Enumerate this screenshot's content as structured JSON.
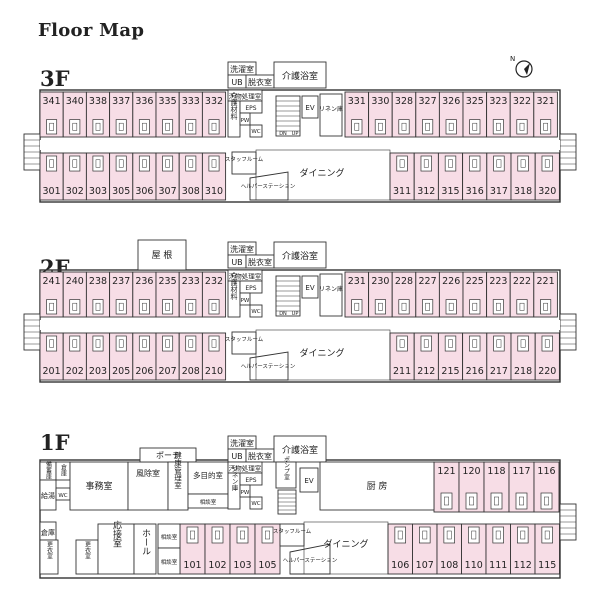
{
  "title": "Floor Map",
  "compass_letter": "N",
  "floors": [
    {
      "label": "3F",
      "top_rooms_left": [
        "341",
        "340",
        "338",
        "337",
        "336",
        "335",
        "333",
        "332"
      ],
      "top_rooms_right": [
        "331",
        "330",
        "328",
        "327",
        "326",
        "325",
        "323",
        "322",
        "321"
      ],
      "bottom_rooms_left": [
        "301",
        "302",
        "303",
        "305",
        "306",
        "307",
        "308",
        "310"
      ],
      "bottom_rooms_right": [
        "311",
        "312",
        "315",
        "316",
        "317",
        "318",
        "320"
      ],
      "labels": {
        "laundry": "洗濯室",
        "ub": "UB",
        "changing": "脱衣室",
        "care_bath": "介護浴室",
        "waste": "汚物処理室",
        "care_supplies": "介護材料",
        "eps": "EPS",
        "pw": "PW",
        "wc": "WC",
        "ev": "EV",
        "dn": "DN",
        "up": "UP",
        "linen": "リネン庫",
        "staff_room": "スタッフルーム",
        "helper_station": "ヘルパーステーション",
        "dining": "ダイニング"
      }
    },
    {
      "label": "2F",
      "roof": "屋 根",
      "top_rooms_left": [
        "241",
        "240",
        "238",
        "237",
        "236",
        "235",
        "233",
        "232"
      ],
      "top_rooms_right": [
        "231",
        "230",
        "228",
        "227",
        "226",
        "225",
        "223",
        "222",
        "221"
      ],
      "bottom_rooms_left": [
        "201",
        "202",
        "203",
        "205",
        "206",
        "207",
        "208",
        "210"
      ],
      "bottom_rooms_right": [
        "211",
        "212",
        "215",
        "216",
        "217",
        "218",
        "220"
      ],
      "labels": {
        "laundry": "洗濯室",
        "ub": "UB",
        "changing": "脱衣室",
        "care_bath": "介護浴室",
        "waste": "汚物処理室",
        "care_supplies": "介護材料",
        "eps": "EPS",
        "pw": "PW",
        "wc": "WC",
        "ev": "EV",
        "dn": "DN",
        "up": "UP",
        "linen": "リネン庫",
        "staff_room": "スタッフルーム",
        "helper_station": "ヘルパーステーション",
        "dining": "ダイニング"
      }
    },
    {
      "label": "1F",
      "porch": "ポーチ",
      "top_rooms_right": [
        "121",
        "120",
        "118",
        "117",
        "116"
      ],
      "bottom_rooms_left": [
        "101",
        "102",
        "103",
        "105"
      ],
      "bottom_rooms_right": [
        "106",
        "107",
        "108",
        "110",
        "111",
        "112",
        "115"
      ],
      "labels": {
        "storage_supplies": "備蓄庫",
        "warehouse": "倉庫",
        "office": "事務室",
        "windbreak": "風除室",
        "health_room": "健康管理室",
        "multipurpose": "多目的室",
        "consult_room": "相談室",
        "laundry": "洗濯室",
        "ub": "UB",
        "changing": "脱衣室",
        "care_bath": "介護浴室",
        "waste": "汚物処理室",
        "linen": "リネン庫",
        "pump_room": "ポンプ室",
        "ev": "EV",
        "kitchen": "厨 房",
        "hot_water": "給湯",
        "wc": "WC",
        "eps": "EPS",
        "pw": "PW",
        "storeroom": "倉庫",
        "locker_f": "更衣室",
        "locker_m": "更衣室",
        "reception": "応接室",
        "hall": "ホール",
        "counsel_1": "相談室",
        "counsel_2": "相談室",
        "staff_room": "スタッフルーム",
        "helper_station": "ヘルパーステーション",
        "dining": "ダイニング"
      }
    }
  ],
  "colors": {
    "room_fill": "#f7dde6",
    "wall": "#333333",
    "bathroom": "#ffffff"
  }
}
